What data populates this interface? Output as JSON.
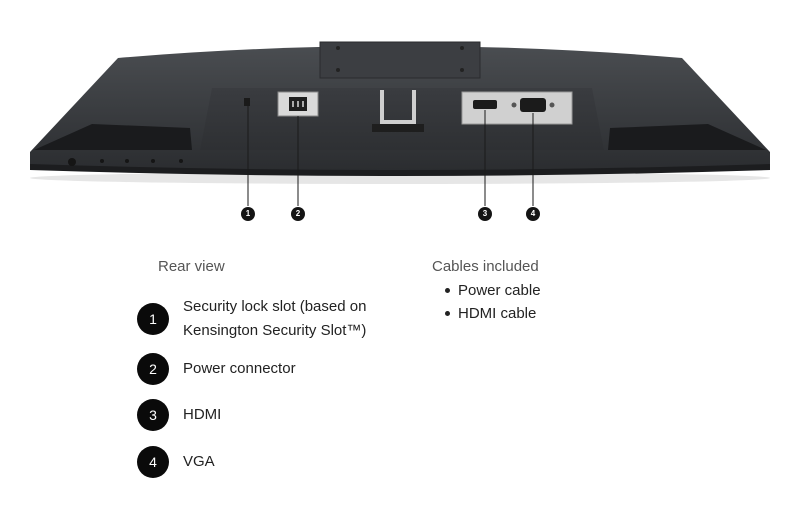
{
  "markers": [
    {
      "number": "1"
    },
    {
      "number": "2"
    },
    {
      "number": "3"
    },
    {
      "number": "4"
    }
  ],
  "rear_view": {
    "heading": "Rear view",
    "items": [
      {
        "number": "1",
        "label_lines": [
          "Security lock slot (based on",
          "Kensington Security Slot™)"
        ]
      },
      {
        "number": "2",
        "label_lines": [
          "Power connector"
        ]
      },
      {
        "number": "3",
        "label_lines": [
          "HDMI"
        ]
      },
      {
        "number": "4",
        "label_lines": [
          "VGA"
        ]
      }
    ]
  },
  "cables": {
    "heading": "Cables included",
    "items": [
      "Power cable",
      "HDMI cable"
    ]
  }
}
